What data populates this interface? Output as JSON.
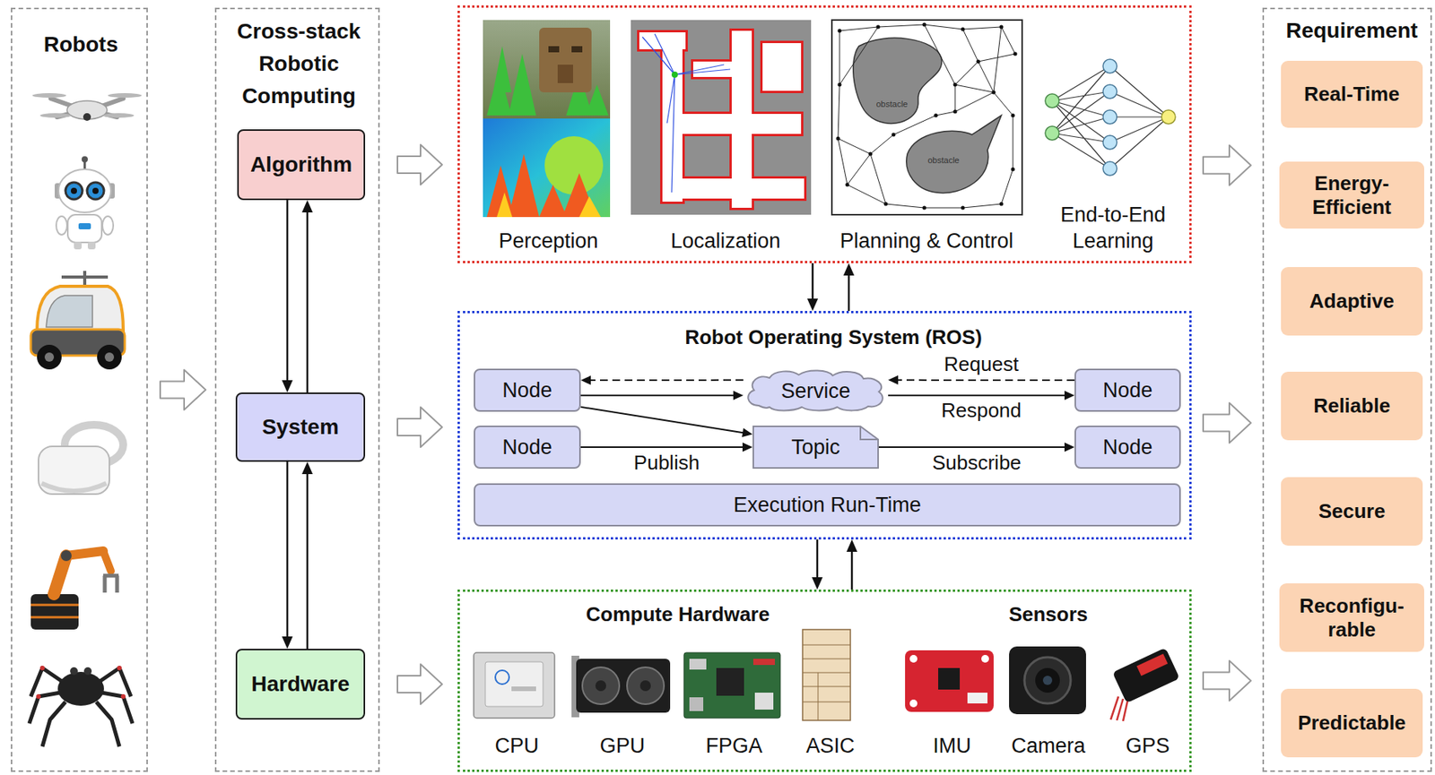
{
  "diagram": {
    "nodes": [
      {
        "text": [
          "Robots"
        ]
      },
      {
        "text": [
          "Cross-stack Robotic Computing"
        ]
      },
      {
        "text": [
          "Algorithm"
        ],
        "in": 1
      },
      {
        "text": [
          "System"
        ],
        "in": 1
      },
      {
        "text": [
          "Hardware"
        ],
        "in": 1
      },
      {
        "text": [
          "Perception",
          "Localization",
          "Planning & Control",
          "End-to-End Learning"
        ]
      },
      {
        "text": [
          "Robot Operating System (ROS)"
        ]
      },
      {
        "text": [
          "Node"
        ],
        "in": 6
      },
      {
        "text": [
          "Service"
        ],
        "in": 6
      },
      {
        "text": [
          "Node"
        ],
        "in": 6
      },
      {
        "text": [
          "Node"
        ],
        "in": 6
      },
      {
        "text": [
          "Topic"
        ],
        "in": 6
      },
      {
        "text": [
          "Node"
        ],
        "in": 6
      },
      {
        "text": [
          "Execution Run-Time"
        ],
        "in": 6
      },
      {
        "text": [
          "Compute Hardware",
          "Sensors",
          "CPU",
          "GPU",
          "FPGA",
          "ASIC",
          "IMU",
          "Camera",
          "GPS"
        ]
      },
      {
        "text": [
          "Requirement"
        ]
      },
      {
        "text": [
          "Real-Time"
        ],
        "in": 15
      },
      {
        "text": [
          "Energy- Efficient"
        ],
        "in": 15
      },
      {
        "text": [
          "Adaptive"
        ],
        "in": 15
      },
      {
        "text": [
          "Reliable"
        ],
        "in": 15
      },
      {
        "text": [
          "Secure"
        ],
        "in": 15
      },
      {
        "text": [
          "Reconfigu- rable"
        ],
        "in": 15
      },
      {
        "text": [
          "Predictable"
        ],
        "in": 15
      }
    ],
    "edges": [
      {
        "from": 0,
        "to": 1,
        "arrow": "to"
      },
      {
        "from": 2,
        "to": 3,
        "arrow": "to"
      },
      {
        "from": 3,
        "to": 2,
        "arrow": "to"
      },
      {
        "from": 3,
        "to": 4,
        "arrow": "to"
      },
      {
        "from": 4,
        "to": 3,
        "arrow": "to"
      },
      {
        "from": 2,
        "to": 5,
        "arrow": "to"
      },
      {
        "from": 3,
        "to": 6,
        "arrow": "to"
      },
      {
        "from": 4,
        "to": 14,
        "arrow": "to"
      },
      {
        "from": 5,
        "to": 6,
        "arrow": "to"
      },
      {
        "from": 6,
        "to": 5,
        "arrow": "to"
      },
      {
        "from": 6,
        "to": 14,
        "arrow": "to"
      },
      {
        "from": 14,
        "to": 6,
        "arrow": "to"
      },
      {
        "from": 8,
        "to": 7,
        "arrow": "to"
      },
      {
        "from": 7,
        "to": 8,
        "arrow": "to"
      },
      {
        "from": 9,
        "to": 8,
        "label": "Request",
        "arrow": "to"
      },
      {
        "from": 8,
        "to": 9,
        "label": "Respond",
        "arrow": "to"
      },
      {
        "from": 7,
        "to": 11,
        "arrow": "to"
      },
      {
        "from": 10,
        "to": 11,
        "label": "Publish",
        "arrow": "to"
      },
      {
        "from": 11,
        "to": 12,
        "label": "Subscribe",
        "arrow": "to"
      },
      {
        "from": 5,
        "to": 15,
        "arrow": "to"
      },
      {
        "from": 6,
        "to": 15,
        "arrow": "to"
      },
      {
        "from": 14,
        "to": 15,
        "arrow": "to"
      }
    ],
    "labels": [
      "obstacle",
      "obstacle"
    ]
  }
}
